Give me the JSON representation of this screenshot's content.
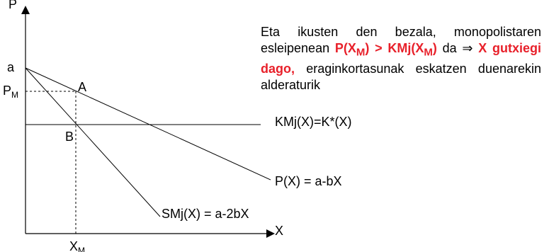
{
  "axes": {
    "y_label": "P",
    "x_label": "X"
  },
  "points": {
    "a": "a",
    "A": "A",
    "B": "B",
    "pm": {
      "base": "P",
      "sub": "M"
    },
    "xm": {
      "base": "X",
      "sub": "M"
    }
  },
  "curves": {
    "cost": "KMj(X)=K*(X)",
    "demand": "P(X) = a-bX",
    "marginal_revenue": "SMj(X) = a-2bX"
  },
  "note": {
    "part1": "Eta ikusten den bezala, monopolistaren esleipenean ",
    "em1_pre": "P(X",
    "em1_sub1": "M",
    "em1_mid": ") > KMj(X",
    "em1_sub2": "M",
    "em1_post": ")",
    "part2": " da ",
    "arrow": "⇒",
    "em2": " X gutxiegi dago,",
    "part3": " eraginkortasunak eskatzen duenarekin alderaturik"
  },
  "colors": {
    "text": "#000000",
    "emphasis": "#e8202a"
  }
}
